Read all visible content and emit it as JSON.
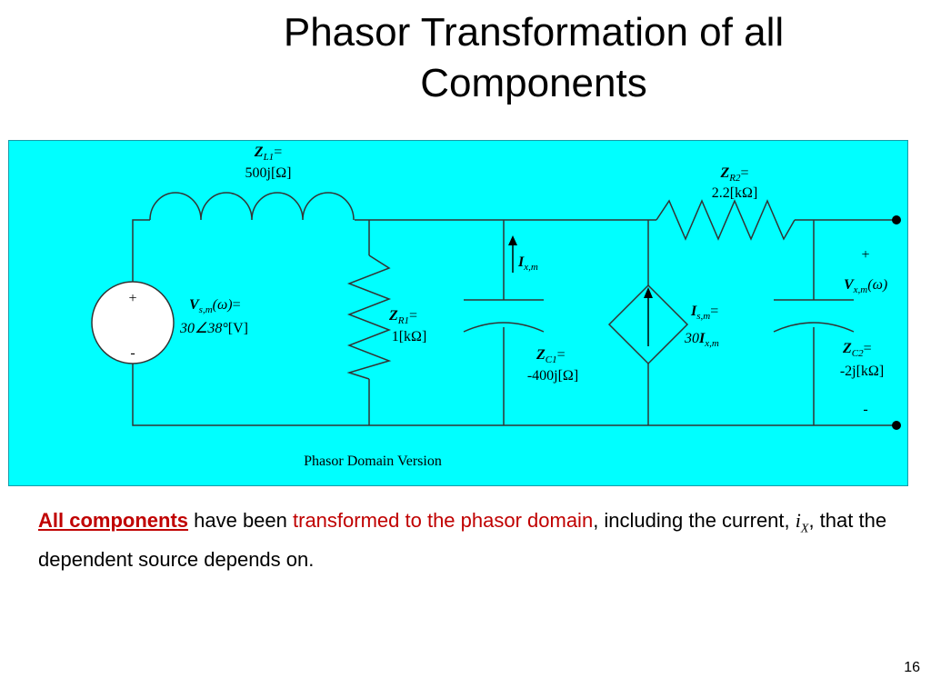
{
  "slide": {
    "title_line1": "Phasor Transformation of all",
    "title_line2": "Components",
    "page_number": "16",
    "colors": {
      "panel_background": "#00ffff",
      "highlight": "#c00000"
    }
  },
  "circuit": {
    "caption": "Phasor Domain Version",
    "source": {
      "plus": "+",
      "minus": "-",
      "name": "V",
      "subscript": "s,m",
      "arg": "(ω)",
      "equals": "=",
      "value_italic": "30∠38°",
      "unit": "[V]"
    },
    "zl1": {
      "name": "Z",
      "subscript": "L1",
      "equals": "=",
      "value": "500j[Ω]"
    },
    "zr1": {
      "name": "Z",
      "subscript": "R1",
      "equals": "=",
      "value": "1[kΩ]"
    },
    "ix": {
      "name": "I",
      "subscript": "x,m"
    },
    "zc1": {
      "name": "Z",
      "subscript": "C1",
      "equals": "=",
      "value": "-400j[Ω]"
    },
    "dep_source": {
      "name": "I",
      "subscript": "s,m",
      "equals": "=",
      "gain": "30",
      "ref_name": "I",
      "ref_subscript": "x,m"
    },
    "zr2": {
      "name": "Z",
      "subscript": "R2",
      "equals": "=",
      "value": "2.2[kΩ]"
    },
    "zc2": {
      "name": "Z",
      "subscript": "C2",
      "equals": "=",
      "value": "-2j[kΩ]"
    },
    "vout": {
      "plus": "+",
      "minus": "-",
      "name": "V",
      "subscript": "x,m",
      "arg": "(ω)"
    }
  },
  "body_text": {
    "highlight_1": "All components",
    "part_2": " have been ",
    "highlight_2": "transformed to the phasor domain",
    "part_3": ", including the current, ",
    "ix_letter": "i",
    "ix_sub": "X",
    "part_4": ", that the dependent source depends on."
  }
}
